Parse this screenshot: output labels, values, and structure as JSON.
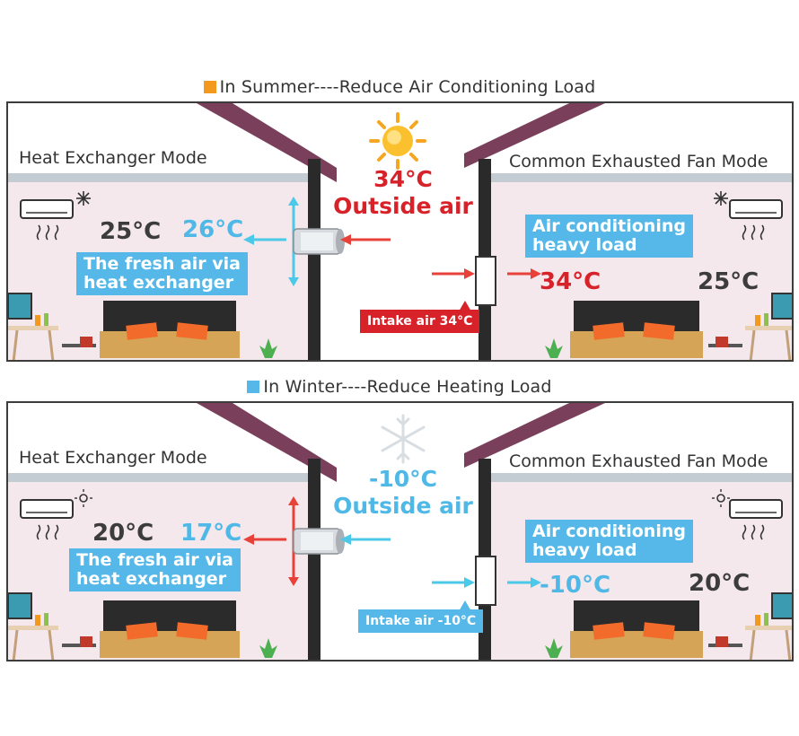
{
  "summer": {
    "title": "In Summer----Reduce Air Conditioning Load",
    "title_square_color": "#f39a1e",
    "left_mode": "Heat Exchanger Mode",
    "right_mode": "Common Exhausted Fan Mode",
    "outside_temp": "34°C",
    "outside_label": "Outside air",
    "left_room_temp": "25°C",
    "left_fresh_temp": "26°C",
    "left_box_line1": "The fresh air via",
    "left_box_line2": "heat exchanger",
    "right_box_line1": "Air conditioning",
    "right_box_line2": "heavy load",
    "right_fresh_temp": "34°C",
    "right_room_temp": "25°C",
    "intake_tag": "Intake air 34°C",
    "weather_icon": "sun-icon",
    "ac_icon": "snowflake-icon"
  },
  "winter": {
    "title": "In Winter----Reduce Heating Load",
    "title_square_color": "#56b8e8",
    "left_mode": "Heat Exchanger Mode",
    "right_mode": "Common Exhausted Fan Mode",
    "outside_temp": "-10°C",
    "outside_label": "Outside air",
    "left_room_temp": "20°C",
    "left_fresh_temp": "17°C",
    "left_box_line1": "The fresh air via",
    "left_box_line2": "heat exchanger",
    "right_box_line1": "Air conditioning",
    "right_box_line2": "heavy load",
    "right_fresh_temp": "-10°C",
    "right_room_temp": "20°C",
    "intake_tag": "Intake air -10°C",
    "weather_icon": "snowflake-icon",
    "ac_icon": "sun-icon"
  },
  "colors": {
    "roof": "#7a3f5b",
    "wall": "#2a2a2a",
    "room": "#f4e8ec",
    "hot_arrow": "#e8413a",
    "cold_arrow": "#4cc8e8",
    "label_blue": "#56b8e8",
    "label_red": "#d8222a"
  }
}
